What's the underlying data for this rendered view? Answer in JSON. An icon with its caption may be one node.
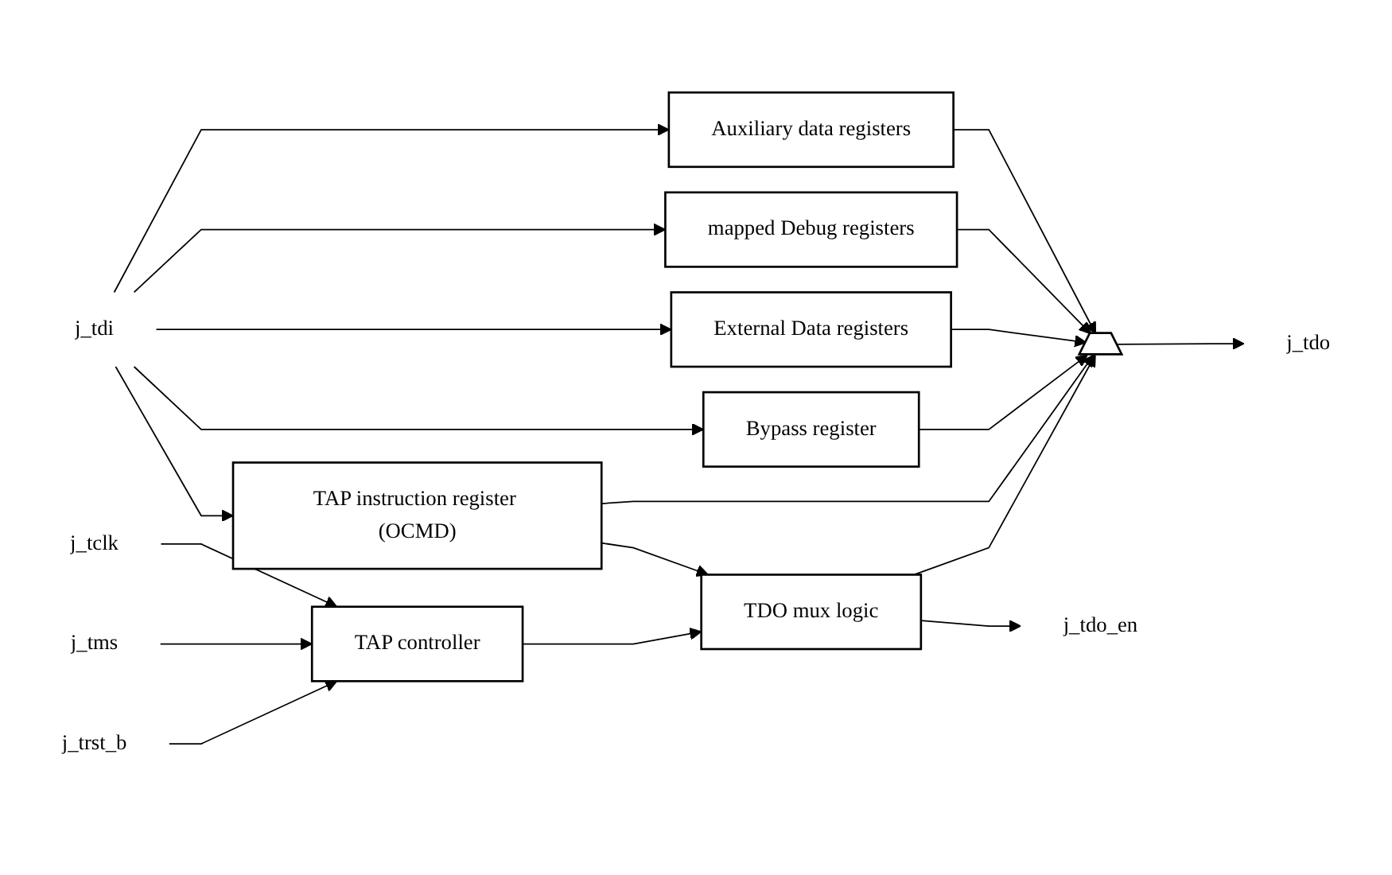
{
  "diagram": {
    "nodes": [
      {
        "text": [
          "j_tdi"
        ]
      },
      {
        "text": [
          "Auxiliary data registers"
        ]
      },
      {
        "text": [
          "mapped Debug registers"
        ]
      },
      {
        "text": [
          "External Data registers"
        ]
      },
      {
        "text": [
          "Bypass register"
        ]
      },
      {
        "text": [
          "TAP instruction register (OCMD)"
        ]
      },
      {
        "text": [],
        "shape": "trapezoid"
      },
      {
        "text": [
          "j_tdo"
        ]
      },
      {
        "text": [
          "j_tclk"
        ]
      },
      {
        "text": [
          "j_tms"
        ]
      },
      {
        "text": [
          "j_trst_b"
        ]
      },
      {
        "text": [
          "TAP controller"
        ]
      },
      {
        "text": [
          "TDO mux logic"
        ]
      },
      {
        "text": [
          "j_tdo_en"
        ]
      }
    ],
    "edges": [
      {
        "from": 0,
        "to": 1,
        "arrow": "to"
      },
      {
        "from": 0,
        "to": 2,
        "arrow": "to"
      },
      {
        "from": 0,
        "to": 3,
        "arrow": "to"
      },
      {
        "from": 0,
        "to": 4,
        "arrow": "to"
      },
      {
        "from": 0,
        "to": 5,
        "arrow": "to"
      },
      {
        "from": 1,
        "to": 6,
        "arrow": "to"
      },
      {
        "from": 2,
        "to": 6,
        "arrow": "to"
      },
      {
        "from": 3,
        "to": 6,
        "arrow": "to"
      },
      {
        "from": 4,
        "to": 6,
        "arrow": "to"
      },
      {
        "from": 5,
        "to": 6,
        "arrow": "to"
      },
      {
        "from": 6,
        "to": 7,
        "arrow": "to"
      },
      {
        "from": 8,
        "to": 11,
        "arrow": "to"
      },
      {
        "from": 9,
        "to": 11,
        "arrow": "to"
      },
      {
        "from": 10,
        "to": 11,
        "arrow": "to"
      },
      {
        "from": 11,
        "to": 12,
        "arrow": "to"
      },
      {
        "from": 5,
        "to": 12,
        "arrow": "to"
      },
      {
        "from": 12,
        "to": 6,
        "arrow": "to"
      },
      {
        "from": 12,
        "to": 13,
        "arrow": "to"
      }
    ]
  }
}
